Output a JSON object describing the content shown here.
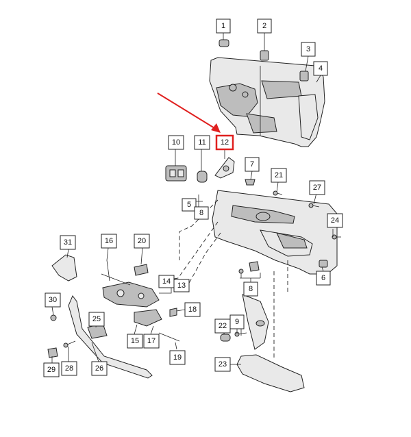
{
  "callouts": [
    {
      "id": "1",
      "label": "1"
    },
    {
      "id": "2",
      "label": "2"
    },
    {
      "id": "3",
      "label": "3"
    },
    {
      "id": "4",
      "label": "4"
    },
    {
      "id": "5",
      "label": "5"
    },
    {
      "id": "6",
      "label": "6"
    },
    {
      "id": "7",
      "label": "7"
    },
    {
      "id": "8a",
      "label": "8"
    },
    {
      "id": "8b",
      "label": "8"
    },
    {
      "id": "9",
      "label": "9"
    },
    {
      "id": "10",
      "label": "10"
    },
    {
      "id": "11",
      "label": "11"
    },
    {
      "id": "12",
      "label": "12"
    },
    {
      "id": "13",
      "label": "13"
    },
    {
      "id": "14",
      "label": "14"
    },
    {
      "id": "15",
      "label": "15"
    },
    {
      "id": "16",
      "label": "16"
    },
    {
      "id": "17",
      "label": "17"
    },
    {
      "id": "18",
      "label": "18"
    },
    {
      "id": "19",
      "label": "19"
    },
    {
      "id": "20",
      "label": "20"
    },
    {
      "id": "21",
      "label": "21"
    },
    {
      "id": "22",
      "label": "22"
    },
    {
      "id": "23",
      "label": "23"
    },
    {
      "id": "24",
      "label": "24"
    },
    {
      "id": "25",
      "label": "25"
    },
    {
      "id": "26",
      "label": "26"
    },
    {
      "id": "27",
      "label": "27"
    },
    {
      "id": "28",
      "label": "28"
    },
    {
      "id": "29",
      "label": "29"
    },
    {
      "id": "30",
      "label": "30"
    },
    {
      "id": "31",
      "label": "31"
    }
  ],
  "highlight": {
    "callout": "12",
    "color": "#e0201f"
  }
}
